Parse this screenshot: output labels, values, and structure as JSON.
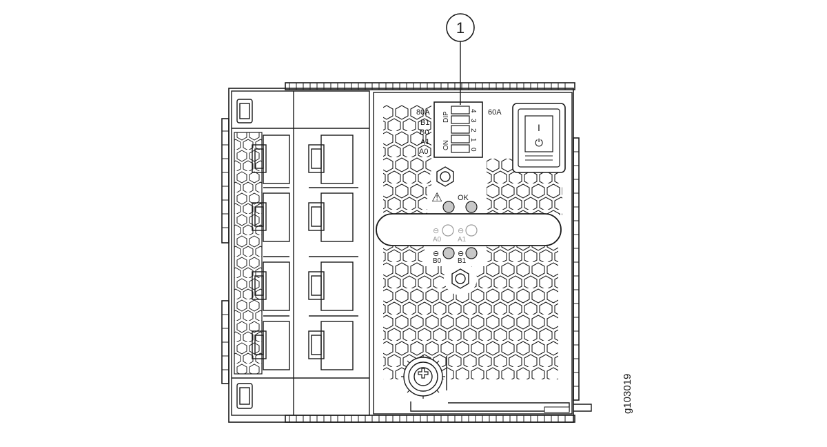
{
  "callout": {
    "number": "1"
  },
  "dip_switch": {
    "left_labels": [
      "80A",
      "B1",
      "B0",
      "A1",
      "A0"
    ],
    "right_label": "60A",
    "vertical_label_top": "DIP",
    "vertical_label_bottom": "ON",
    "positions": [
      "4",
      "3",
      "2",
      "1",
      "0"
    ]
  },
  "leds": {
    "ok_label": "OK",
    "a0_label": "A0",
    "a1_label": "A1",
    "b0_label": "B0",
    "b1_label": "B1"
  },
  "power_switch": {
    "on_glyph": "I",
    "standby_glyph": "⏻"
  },
  "warning_glyph": "⚠",
  "figure_id": "g103019",
  "colors": {
    "line": "#1a1a1a",
    "led_fill": "#c8c8c8",
    "background": "#ffffff"
  }
}
